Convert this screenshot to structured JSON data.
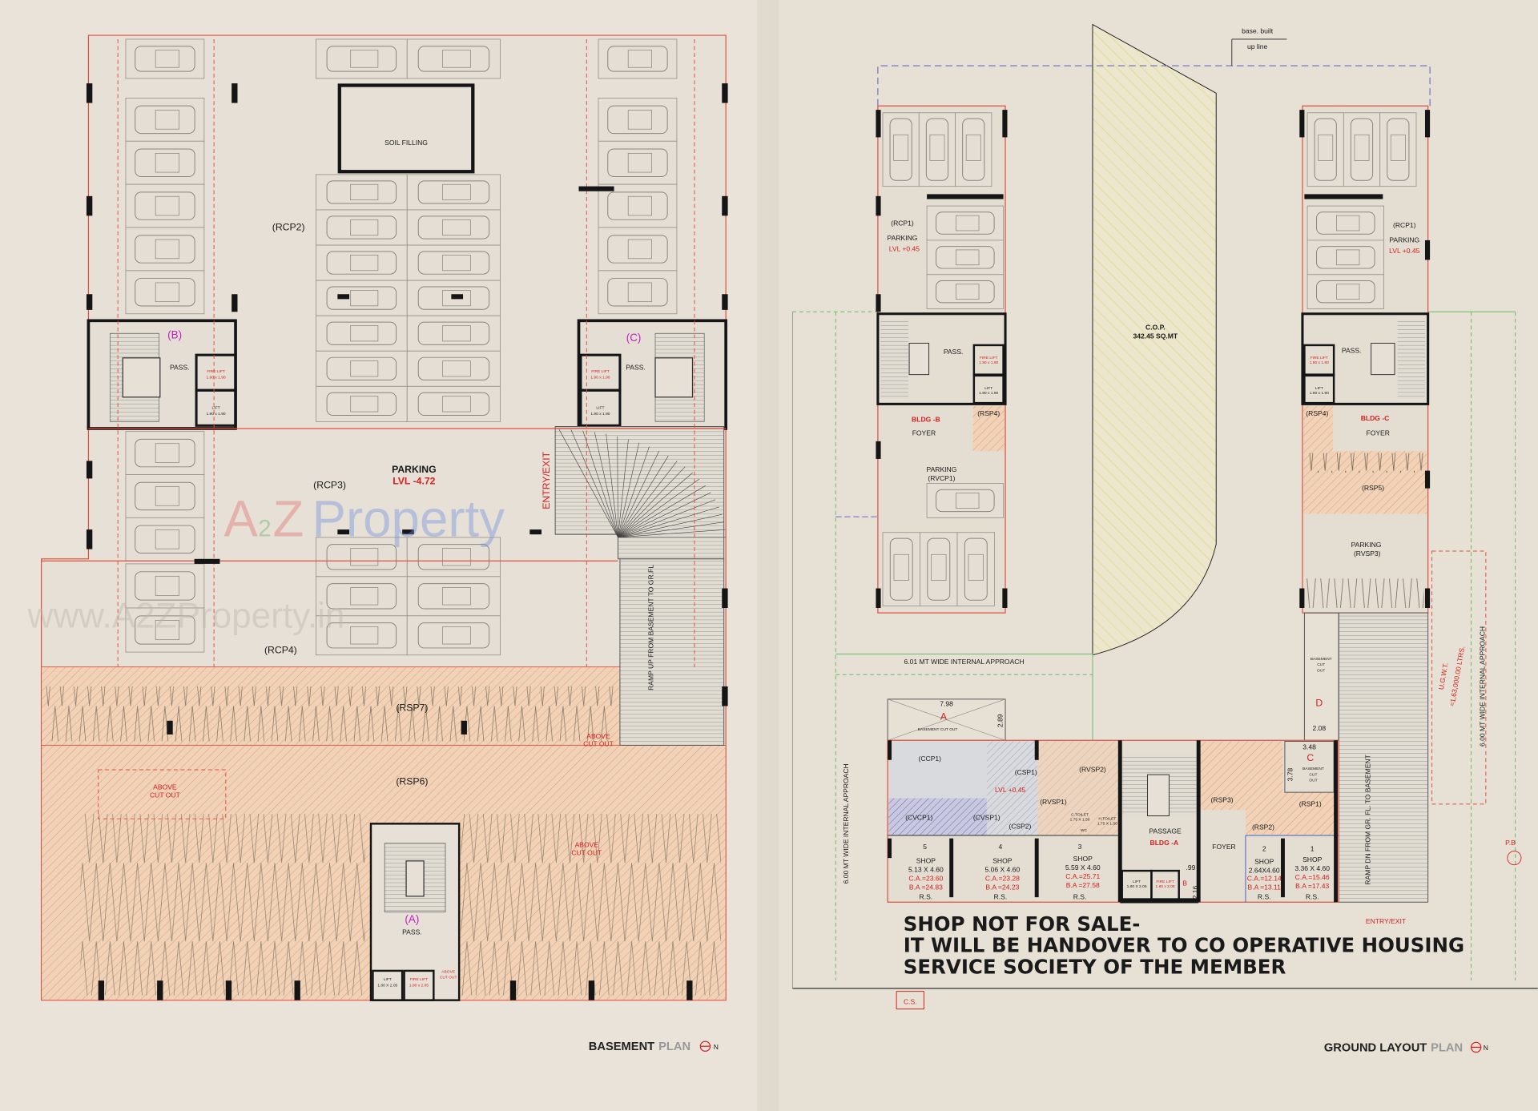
{
  "colors": {
    "page_left": "#e9e3da",
    "page_right": "#e6e0d5",
    "wall": "#151515",
    "boundary": "#e05040",
    "label_red": "#d42020",
    "core_magenta": "#c020c0",
    "hatch_orange": "#e8a070",
    "cop_yellow": "#e6e090",
    "cvcp_blue": "#7a78c8",
    "approach_green": "#6cb86c"
  },
  "watermark": {
    "logo_a": "A",
    "logo_2": "2",
    "logo_z": "Z",
    "logo_word": "Property",
    "url": "www.A2ZProperty.in"
  },
  "basement": {
    "title_bold": "BASEMENT",
    "title_light": "PLAN",
    "north": "N",
    "soil_filling": "SOIL FILLING",
    "rcp2": "(RCP2)",
    "rcp3": "(RCP3)",
    "rcp4": "(RCP4)",
    "rsp7": "(RSP7)",
    "rsp6": "(RSP6)",
    "parking": "PARKING",
    "parking_lvl": "LVL -4.72",
    "entry_exit": "ENTRY/EXIT",
    "ramp": "RAMP UP FROM BASEMENT TO GR.FL",
    "core_b": "(B)",
    "core_c": "(C)",
    "core_a": "(A)",
    "pass": "PASS.",
    "fire_lift": "FIRE LIFT",
    "fire_lift_size": "1.90 x 1.90",
    "lift": "LIFT",
    "lift_size": "1.90 x 1.90",
    "lift_a": "LIFT",
    "lift_a_size": "1.80 X 2.05",
    "fire_lift_a": "FIRE LIFT",
    "fire_lift_a_size": "1.80 x 2.05",
    "above_cut_out": "ABOVE CUT OUT",
    "above_cut_out_1": "ABOVE",
    "above_cut_out_2": "CUT OUT"
  },
  "ground": {
    "title_bold": "GROUND LAYOUT",
    "title_light": "PLAN",
    "north": "N",
    "base_built_line_1": "base. built",
    "base_built_line_2": "up line",
    "cop": "C.O.P.",
    "cop_area": "342.45 SQ.MT",
    "rcp1": "(RCP1)",
    "parking": "PARKING",
    "lvl": "LVL +0.45",
    "pass": "PASS.",
    "fire_lift": "FIRE LIFT",
    "fire_lift_size": "1.90 x 1.90",
    "lift": "LIFT",
    "lift_size": "1.90 x 1.90",
    "bldg_b": "BLDG -B",
    "bldg_c": "BLDG -C",
    "bldg_a": "BLDG -A",
    "foyer": "FOYER",
    "rsp4": "(RSP4)",
    "rsp5": "(RSP5)",
    "rvcp1": "(RVCP1)",
    "rvsp3": "(RVSP3)",
    "approach_601": "6.01 MT WIDE INTERNAL APPROACH",
    "approach_600": "6.00 MT WIDE INTERNAL APPROACH",
    "ugwt": "U.G.W.T.",
    "ugwt_cap": "=1,63,000.00 LTRS.",
    "basement_cut_out": "BASEMENT CUT OUT",
    "basement": "BASEMENT",
    "cut": "CUT",
    "out": "OUT",
    "cut_a": "A",
    "dim_a_w": "7.98",
    "dim_a_h": "2.89",
    "cut_d": "D",
    "dim_d": "2.08",
    "cut_c": "C",
    "dim_c_w": "3.48",
    "dim_c_h": "3.78",
    "ccp1": "(CCP1)",
    "csp1": "(CSP1)",
    "cvcp1": "(CVCP1)",
    "cvsp1": "(CVSP1)",
    "csp2": "(CSP2)",
    "rvsp1": "(RVSP1)",
    "rvsp2": "(RVSP2)",
    "rsp1": "(RSP1)",
    "rsp2": "(RSP2)",
    "rsp3": "(RSP3)",
    "passage": "PASSAGE",
    "c_toilet": "C.TOILET",
    "c_toilet_size": "1.75 X 1.50",
    "h_toilet": "H.TOILET",
    "h_toilet_size": "1.75 X 1.50",
    "wc": "WC",
    "lift_a": "LIFT",
    "lift_a_size": "1.80 X 2.05",
    "fire_lift_a": "FIRE LIFT",
    "fire_lift_a_size": "1.80 x 2.05",
    "dim_b_1": ".99",
    "dim_b_2": "2.16",
    "cut_b": "B",
    "ramp_dn": "RAMP DN FROM GR. FL. TO BASEMENT",
    "shops": [
      {
        "no": "5",
        "name": "SHOP",
        "size": "5.13 X 4.60",
        "ca": "C.A.=23.60",
        "ba": "B.A =24.83",
        "rs": "R.S."
      },
      {
        "no": "4",
        "name": "SHOP",
        "size": "5.06 X 4.60",
        "ca": "C.A.=23.28",
        "ba": "B.A =24.23",
        "rs": "R.S."
      },
      {
        "no": "3",
        "name": "SHOP",
        "size": "5.59 X 4.60",
        "ca": "C.A.=25.71",
        "ba": "B.A =27.58",
        "rs": "R.S."
      },
      {
        "no": "2",
        "name": "SHOP",
        "size": "2.64X4.60",
        "ca": "C.A.=12.14",
        "ba": "B.A =13.11",
        "rs": "R.S."
      },
      {
        "no": "1",
        "name": "SHOP",
        "size": "3.36 X 4.60",
        "ca": "C.A.=15.46",
        "ba": "B.A =17.43",
        "rs": "R.S."
      }
    ],
    "notice_1": "SHOP NOT FOR SALE-",
    "notice_2": "IT WILL BE HANDOVER TO CO OPERATIVE HOUSING",
    "notice_3": "SERVICE SOCIETY OF THE MEMBER",
    "entry_exit": "ENTRY/EXIT",
    "cs": "C.S.",
    "pb": "P.B"
  }
}
